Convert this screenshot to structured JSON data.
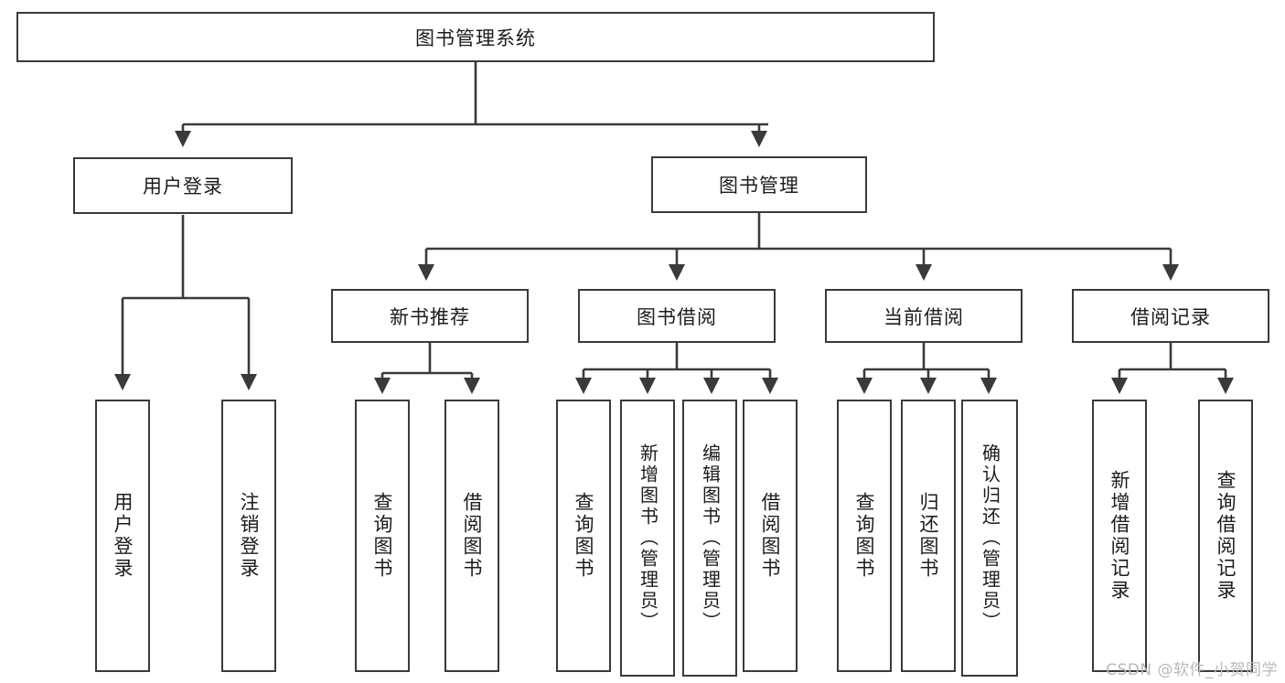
{
  "diagram": {
    "type": "tree-hierarchy",
    "title": "图书管理系统",
    "watermark": "CSDN @软件_小贺同学",
    "colors": {
      "box_border": "#3a3a3a",
      "box_fill": "#ffffff",
      "connector": "#3a3a3a",
      "text": "#1c1c1c",
      "watermark": "#b9b9b9"
    },
    "root": {
      "label": "图书管理系统"
    },
    "level2": [
      {
        "label": "用户登录"
      },
      {
        "label": "图书管理"
      }
    ],
    "level3": [
      {
        "label": "新书推荐"
      },
      {
        "label": "图书借阅"
      },
      {
        "label": "当前借阅"
      },
      {
        "label": "借阅记录"
      }
    ],
    "leaves_user_login": [
      {
        "label": "用户登录"
      },
      {
        "label": "注销登录"
      }
    ],
    "leaves_new_book": [
      {
        "label": "查询图书"
      },
      {
        "label": "借阅图书"
      }
    ],
    "leaves_borrow": [
      {
        "label": "查询图书"
      },
      {
        "label": "新增图书（管理员）"
      },
      {
        "label": "编辑图书（管理员）"
      },
      {
        "label": "借阅图书"
      }
    ],
    "leaves_current": [
      {
        "label": "查询图书"
      },
      {
        "label": "归还图书"
      },
      {
        "label": "确认归还（管理员）"
      }
    ],
    "leaves_record": [
      {
        "label": "新增借阅记录"
      },
      {
        "label": "查询借阅记录"
      }
    ]
  }
}
